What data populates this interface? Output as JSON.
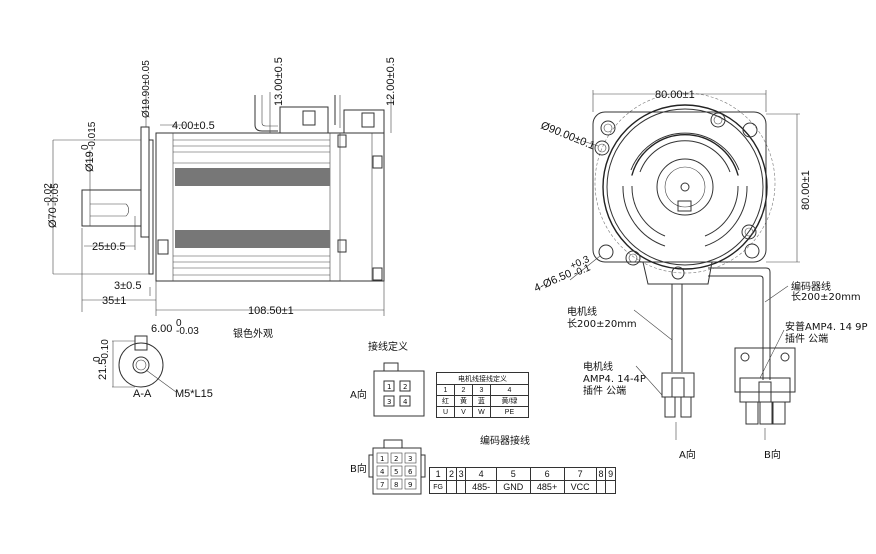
{
  "side_view": {
    "dims": {
      "shaft_key_dia": "Ø19.90±0.05",
      "shaft_dia_main": "Ø19",
      "shaft_dia_sup": "0",
      "shaft_dia_sub": "-0.015",
      "flange_dia_main": "Ø70",
      "flange_dia_sup": "-0.02",
      "flange_dia_sub": "-0.05",
      "flange_thk": "4.00±0.5",
      "key_len": "25±0.5",
      "step": "3±0.5",
      "shaft_len": "35±1",
      "body_len": "108.50±1",
      "conn_a_height": "13.00±0.5",
      "conn_b_height": "12.00±0.5"
    },
    "finish_note": "银色外观"
  },
  "section_aa": {
    "key_width_main": "6.00",
    "key_width_sup": "0",
    "key_width_sub": "-0.03",
    "key_depth_main": "21.5",
    "key_depth_sup": "0",
    "key_depth_sub": "-0.10",
    "thread": "M5*L15",
    "label": "A-A"
  },
  "front_view": {
    "width": "80.00±1",
    "height": "80.00±1",
    "pcd": "Ø90.00±0.1",
    "holes_main": "4-Ø6.50",
    "holes_sup": "+0.3",
    "holes_sub": "-0.1",
    "encoder_cable_label": "编码器线",
    "encoder_cable_len": "长200±20mm",
    "motor_cable_label": "电机线",
    "motor_cable_len": "长200±20mm",
    "motor_conn_l1": "电机线",
    "motor_conn_l2": "AMP4. 14-4P",
    "motor_conn_l3": "插件  公端",
    "enc_conn_l1": "安普AMP4. 14  9P",
    "enc_conn_l2": "插件  公端",
    "dir_a": "A向",
    "dir_b": "B向"
  },
  "wiring": {
    "title": "接线定义",
    "a_label": "A向",
    "b_label": "B向",
    "a_pins": [
      "1",
      "2",
      "3",
      "4"
    ],
    "b_pins": [
      "1",
      "2",
      "3",
      "4",
      "5",
      "6",
      "7",
      "8",
      "9"
    ],
    "motor_table": {
      "title": "电机线接线定义",
      "pins": [
        "1",
        "2",
        "3",
        "4"
      ],
      "colors": [
        "红",
        "黄",
        "蓝",
        "黄/绿"
      ],
      "phases": [
        "U",
        "V",
        "W",
        "PE"
      ]
    },
    "encoder_table": {
      "title": "编码器接线",
      "pins": [
        "1",
        "2",
        "3",
        "4",
        "5",
        "6",
        "7",
        "8",
        "9"
      ],
      "signals": [
        "FG",
        "",
        "",
        "485-",
        "GND",
        "485+",
        "VCC",
        "",
        ""
      ]
    }
  }
}
